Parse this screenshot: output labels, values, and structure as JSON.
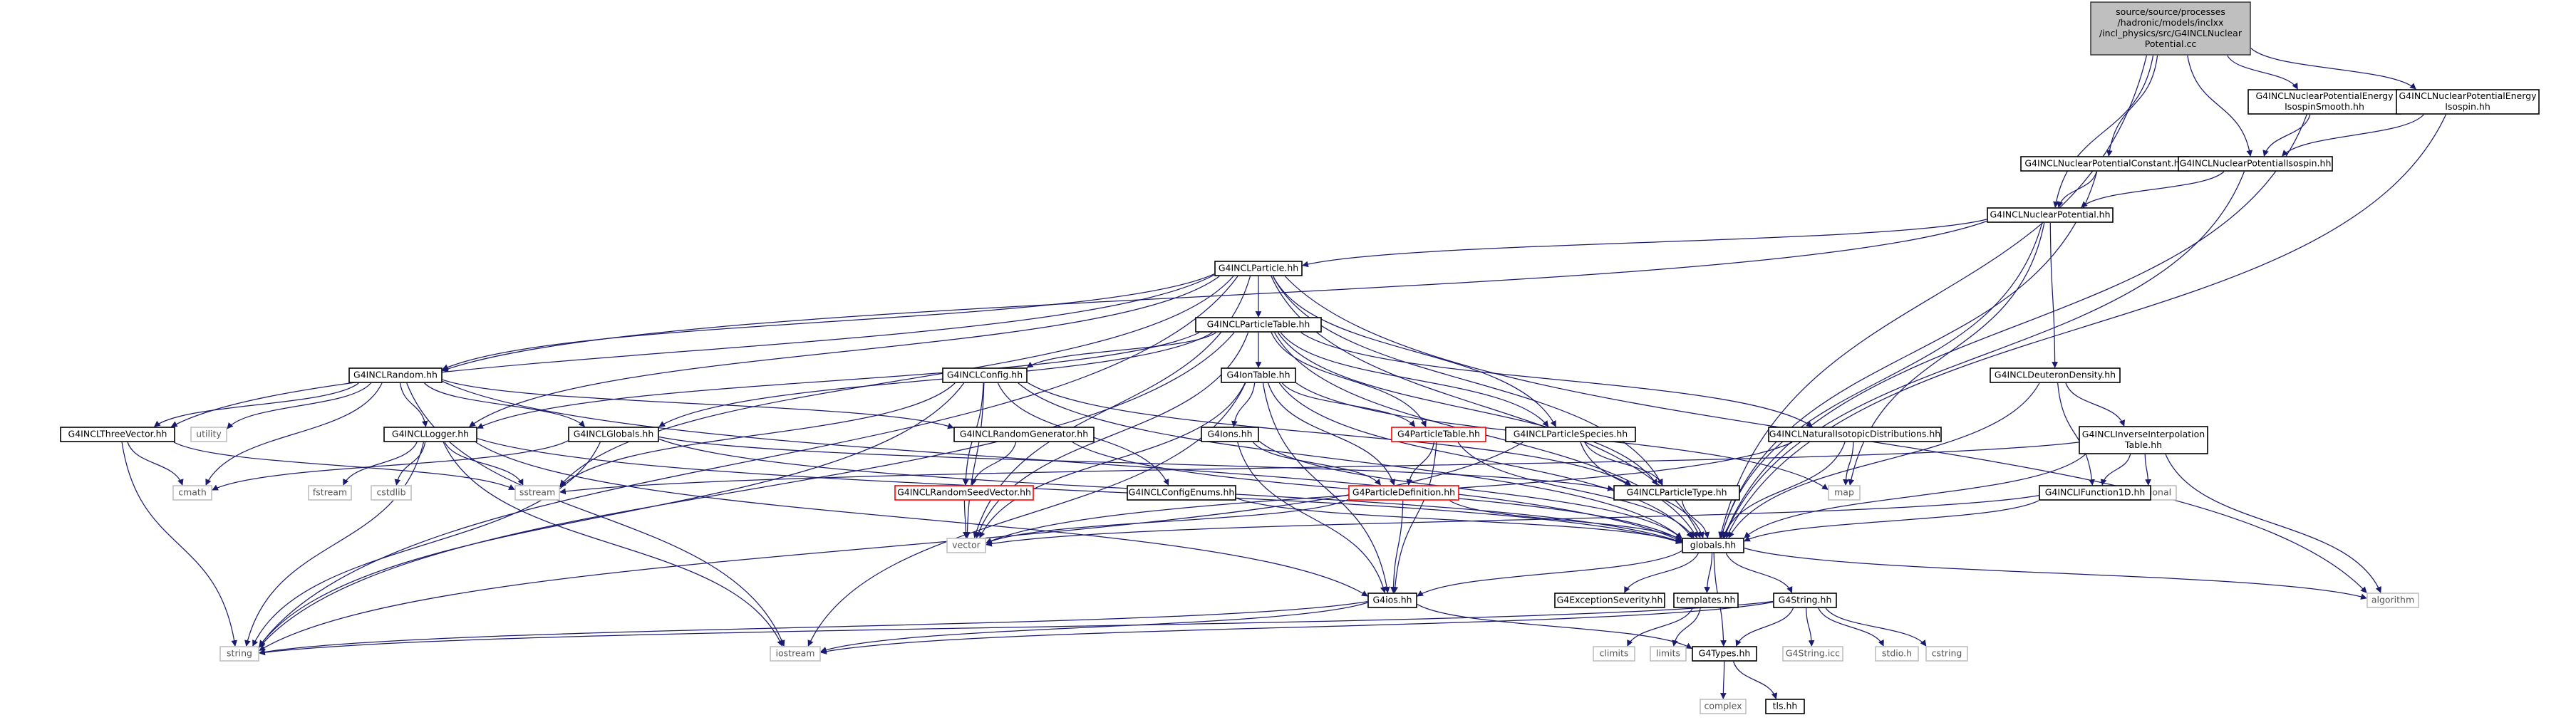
{
  "diagram": {
    "title": "",
    "colors": {
      "root_fill": "#bfbfbf",
      "root_border": "#404040",
      "node_border": "#000000",
      "missing_border": "#ff0000",
      "system_border": "#bfbfbf",
      "edge": "#1a1a6e"
    },
    "nodes": [
      {
        "id": "root",
        "kind": "root",
        "lines": [
          "source/source/processes",
          "/hadronic/models/inclxx",
          "/incl_physics/src/G4INCLNuclear",
          "Potential.cc"
        ]
      },
      {
        "id": "smooth",
        "kind": "header",
        "lines": [
          "G4INCLNuclearPotentialEnergy",
          "IsospinSmooth.hh"
        ]
      },
      {
        "id": "energyiso",
        "kind": "header",
        "lines": [
          "G4INCLNuclearPotentialEnergy",
          "Isospin.hh"
        ]
      },
      {
        "id": "constant",
        "kind": "header",
        "lines": [
          "G4INCLNuclearPotentialConstant.hh"
        ]
      },
      {
        "id": "iso",
        "kind": "header",
        "lines": [
          "G4INCLNuclearPotentialIsospin.hh"
        ]
      },
      {
        "id": "nucpot",
        "kind": "header",
        "lines": [
          "G4INCLNuclearPotential.hh"
        ]
      },
      {
        "id": "particle",
        "kind": "header",
        "lines": [
          "G4INCLParticle.hh"
        ]
      },
      {
        "id": "ptable",
        "kind": "header",
        "lines": [
          "G4INCLParticleTable.hh"
        ]
      },
      {
        "id": "random",
        "kind": "header",
        "lines": [
          "G4INCLRandom.hh"
        ]
      },
      {
        "id": "config",
        "kind": "header",
        "lines": [
          "G4INCLConfig.hh"
        ]
      },
      {
        "id": "iontable",
        "kind": "header",
        "lines": [
          "G4IonTable.hh"
        ]
      },
      {
        "id": "deuteron",
        "kind": "header",
        "lines": [
          "G4INCLDeuteronDensity.hh"
        ]
      },
      {
        "id": "threevec",
        "kind": "header",
        "lines": [
          "G4INCLThreeVector.hh"
        ]
      },
      {
        "id": "utility",
        "kind": "system",
        "lines": [
          "utility"
        ]
      },
      {
        "id": "logger",
        "kind": "header",
        "lines": [
          "G4INCLLogger.hh"
        ]
      },
      {
        "id": "inclglobals",
        "kind": "header",
        "lines": [
          "G4INCLGlobals.hh"
        ]
      },
      {
        "id": "rng",
        "kind": "header",
        "lines": [
          "G4INCLRandomGenerator.hh"
        ]
      },
      {
        "id": "ions",
        "kind": "header",
        "lines": [
          "G4Ions.hh"
        ]
      },
      {
        "id": "g4ptable",
        "kind": "missing",
        "lines": [
          "G4ParticleTable.hh"
        ]
      },
      {
        "id": "species",
        "kind": "header",
        "lines": [
          "G4INCLParticleSpecies.hh"
        ]
      },
      {
        "id": "natiso",
        "kind": "header",
        "lines": [
          "G4INCLNaturalIsotopicDistributions.hh"
        ]
      },
      {
        "id": "invinterp",
        "kind": "header",
        "lines": [
          "G4INCLInverseInterpolation",
          "Table.hh"
        ]
      },
      {
        "id": "cmath",
        "kind": "system",
        "lines": [
          "cmath"
        ]
      },
      {
        "id": "fstream",
        "kind": "system",
        "lines": [
          "fstream"
        ]
      },
      {
        "id": "cstdlib",
        "kind": "system",
        "lines": [
          "cstdlib"
        ]
      },
      {
        "id": "sstream",
        "kind": "system",
        "lines": [
          "sstream"
        ]
      },
      {
        "id": "seedvec",
        "kind": "missing",
        "lines": [
          "G4INCLRandomSeedVector.hh"
        ]
      },
      {
        "id": "cfgenums",
        "kind": "header",
        "lines": [
          "G4INCLConfigEnums.hh"
        ]
      },
      {
        "id": "pdef",
        "kind": "missing",
        "lines": [
          "G4ParticleDefinition.hh"
        ]
      },
      {
        "id": "ptype",
        "kind": "header",
        "lines": [
          "G4INCLParticleType.hh"
        ]
      },
      {
        "id": "map",
        "kind": "system",
        "lines": [
          "map"
        ]
      },
      {
        "id": "functional",
        "kind": "system",
        "lines": [
          "functional"
        ]
      },
      {
        "id": "func1d",
        "kind": "header",
        "lines": [
          "G4INCLIFunction1D.hh"
        ]
      },
      {
        "id": "vector",
        "kind": "system",
        "lines": [
          "vector"
        ]
      },
      {
        "id": "globals",
        "kind": "header",
        "lines": [
          "globals.hh"
        ]
      },
      {
        "id": "g4ios",
        "kind": "header",
        "lines": [
          "G4ios.hh"
        ]
      },
      {
        "id": "g4exc",
        "kind": "header",
        "lines": [
          "G4ExceptionSeverity.hh"
        ]
      },
      {
        "id": "templates",
        "kind": "header",
        "lines": [
          "templates.hh"
        ]
      },
      {
        "id": "g4string",
        "kind": "header",
        "lines": [
          "G4String.hh"
        ]
      },
      {
        "id": "algorithm",
        "kind": "system",
        "lines": [
          "algorithm"
        ]
      },
      {
        "id": "string",
        "kind": "system",
        "lines": [
          "string"
        ]
      },
      {
        "id": "iostream",
        "kind": "system",
        "lines": [
          "iostream"
        ]
      },
      {
        "id": "climits",
        "kind": "system",
        "lines": [
          "climits"
        ]
      },
      {
        "id": "limits",
        "kind": "system",
        "lines": [
          "limits"
        ]
      },
      {
        "id": "g4types",
        "kind": "header",
        "lines": [
          "G4Types.hh"
        ]
      },
      {
        "id": "g4stringicc",
        "kind": "system",
        "lines": [
          "G4String.icc"
        ]
      },
      {
        "id": "stdio",
        "kind": "system",
        "lines": [
          "stdio.h"
        ]
      },
      {
        "id": "cstring",
        "kind": "system",
        "lines": [
          "cstring"
        ]
      },
      {
        "id": "complex",
        "kind": "system",
        "lines": [
          "complex"
        ]
      },
      {
        "id": "tls",
        "kind": "header",
        "lines": [
          "tls.hh"
        ]
      }
    ],
    "edges": [
      [
        "root",
        "smooth"
      ],
      [
        "root",
        "energyiso"
      ],
      [
        "root",
        "constant"
      ],
      [
        "root",
        "iso"
      ],
      [
        "root",
        "nucpot"
      ],
      [
        "root",
        "globals"
      ],
      [
        "smooth",
        "iso"
      ],
      [
        "smooth",
        "globals"
      ],
      [
        "energyiso",
        "iso"
      ],
      [
        "energyiso",
        "globals"
      ],
      [
        "constant",
        "nucpot"
      ],
      [
        "constant",
        "globals"
      ],
      [
        "iso",
        "nucpot"
      ],
      [
        "iso",
        "globals"
      ],
      [
        "nucpot",
        "particle"
      ],
      [
        "nucpot",
        "random"
      ],
      [
        "nucpot",
        "deuteron"
      ],
      [
        "nucpot",
        "map"
      ],
      [
        "nucpot",
        "globals"
      ],
      [
        "particle",
        "ptable"
      ],
      [
        "particle",
        "random"
      ],
      [
        "particle",
        "threevec"
      ],
      [
        "particle",
        "logger"
      ],
      [
        "particle",
        "species"
      ],
      [
        "particle",
        "ptype"
      ],
      [
        "particle",
        "vector"
      ],
      [
        "particle",
        "sstream"
      ],
      [
        "particle",
        "string"
      ],
      [
        "particle",
        "algorithm"
      ],
      [
        "particle",
        "globals"
      ],
      [
        "ptable",
        "config"
      ],
      [
        "ptable",
        "iontable"
      ],
      [
        "ptable",
        "inclglobals"
      ],
      [
        "ptable",
        "g4ptable"
      ],
      [
        "ptable",
        "species"
      ],
      [
        "ptable",
        "natiso"
      ],
      [
        "ptable",
        "ptype"
      ],
      [
        "ptable",
        "logger"
      ],
      [
        "ptable",
        "vector"
      ],
      [
        "ptable",
        "string"
      ],
      [
        "ptable",
        "globals"
      ],
      [
        "random",
        "threevec"
      ],
      [
        "random",
        "utility"
      ],
      [
        "random",
        "logger"
      ],
      [
        "random",
        "inclglobals"
      ],
      [
        "random",
        "rng"
      ],
      [
        "random",
        "cmath"
      ],
      [
        "random",
        "iostream"
      ],
      [
        "random",
        "globals"
      ],
      [
        "config",
        "cfgenums"
      ],
      [
        "config",
        "seedvec"
      ],
      [
        "config",
        "ptype"
      ],
      [
        "config",
        "sstream"
      ],
      [
        "config",
        "string"
      ],
      [
        "config",
        "vector"
      ],
      [
        "config",
        "globals"
      ],
      [
        "iontable",
        "ions"
      ],
      [
        "iontable",
        "g4ptable"
      ],
      [
        "iontable",
        "pdef"
      ],
      [
        "iontable",
        "g4ios"
      ],
      [
        "iontable",
        "vector"
      ],
      [
        "iontable",
        "map"
      ],
      [
        "iontable",
        "iostream"
      ],
      [
        "iontable",
        "globals"
      ],
      [
        "deuteron",
        "invinterp"
      ],
      [
        "deuteron",
        "func1d"
      ],
      [
        "deuteron",
        "globals"
      ],
      [
        "threevec",
        "cmath"
      ],
      [
        "threevec",
        "sstream"
      ],
      [
        "threevec",
        "string"
      ],
      [
        "logger",
        "fstream"
      ],
      [
        "logger",
        "cstdlib"
      ],
      [
        "logger",
        "sstream"
      ],
      [
        "logger",
        "string"
      ],
      [
        "logger",
        "iostream"
      ],
      [
        "logger",
        "g4ios"
      ],
      [
        "logger",
        "globals"
      ],
      [
        "inclglobals",
        "cmath"
      ],
      [
        "inclglobals",
        "string"
      ],
      [
        "inclglobals",
        "ptype"
      ],
      [
        "inclglobals",
        "globals"
      ],
      [
        "rng",
        "seedvec"
      ],
      [
        "rng",
        "globals"
      ],
      [
        "ions",
        "pdef"
      ],
      [
        "ions",
        "g4ios"
      ],
      [
        "ions",
        "globals"
      ],
      [
        "g4ptable",
        "pdef"
      ],
      [
        "g4ptable",
        "g4ios"
      ],
      [
        "g4ptable",
        "globals"
      ],
      [
        "species",
        "ptype"
      ],
      [
        "species",
        "globals"
      ],
      [
        "species",
        "string"
      ],
      [
        "natiso",
        "map"
      ],
      [
        "natiso",
        "vector"
      ],
      [
        "natiso",
        "globals"
      ],
      [
        "invinterp",
        "func1d"
      ],
      [
        "invinterp",
        "functional"
      ],
      [
        "invinterp",
        "algorithm"
      ],
      [
        "invinterp",
        "globals"
      ],
      [
        "invinterp",
        "sstream"
      ],
      [
        "seedvec",
        "vector"
      ],
      [
        "cfgenums",
        "globals"
      ],
      [
        "pdef",
        "vector"
      ],
      [
        "pdef",
        "g4ios"
      ],
      [
        "pdef",
        "globals"
      ],
      [
        "ptype",
        "globals"
      ],
      [
        "func1d",
        "vector"
      ],
      [
        "func1d",
        "globals"
      ],
      [
        "globals",
        "g4ios"
      ],
      [
        "globals",
        "g4exc"
      ],
      [
        "globals",
        "templates"
      ],
      [
        "globals",
        "g4string"
      ],
      [
        "globals",
        "g4types"
      ],
      [
        "globals",
        "algorithm"
      ],
      [
        "g4ios",
        "g4types"
      ],
      [
        "g4ios",
        "string"
      ],
      [
        "g4ios",
        "iostream"
      ],
      [
        "templates",
        "climits"
      ],
      [
        "templates",
        "limits"
      ],
      [
        "g4string",
        "g4types"
      ],
      [
        "g4string",
        "g4stringicc"
      ],
      [
        "g4string",
        "stdio"
      ],
      [
        "g4string",
        "cstring"
      ],
      [
        "g4string",
        "string"
      ],
      [
        "g4string",
        "iostream"
      ],
      [
        "g4types",
        "complex"
      ],
      [
        "g4types",
        "tls"
      ]
    ]
  }
}
